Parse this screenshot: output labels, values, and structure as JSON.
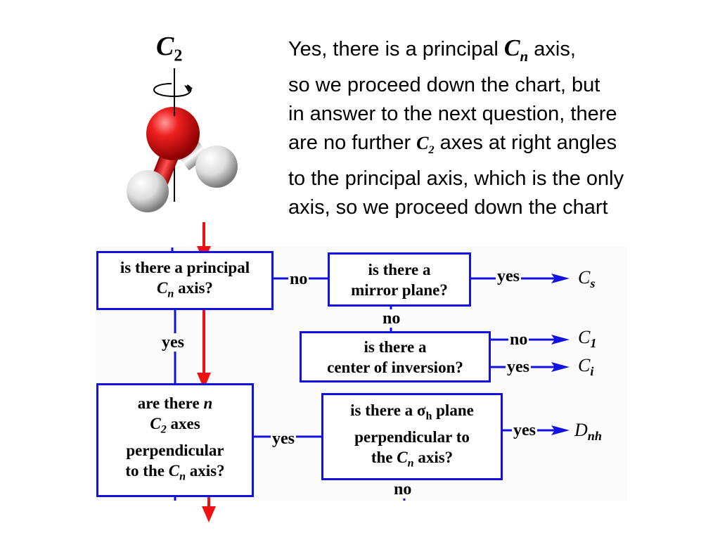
{
  "molecule_label": {
    "symbol": "C",
    "subscript": "2"
  },
  "explanation": {
    "line1_pre": "Yes, there is a principal ",
    "line1_sym": "C",
    "line1_sub": "n",
    "line1_post": " axis,",
    "line2": "so we proceed down the chart, but",
    "line3": "in answer to the next question, there",
    "line4_pre": "are no further ",
    "line4_sym": "C",
    "line4_sub": "2",
    "line4_post": " axes at right angles",
    "line5": "to the principal axis, which is the only",
    "line6": "axis, so we proceed down the chart"
  },
  "flowchart": {
    "q_principal": {
      "line1": "is there a principal",
      "sym": "C",
      "sub": "n",
      "post": " axis?"
    },
    "q_mirror": {
      "line1": "is there a",
      "line2": "mirror plane?"
    },
    "q_inversion": {
      "line1": "is there a",
      "line2": "center of inversion?"
    },
    "q_n_c2": {
      "line1_pre": "are there ",
      "line1_n": "n",
      "line2_sym": "C",
      "line2_sub": "2",
      "line2_post": " axes",
      "line3": "perpendicular",
      "line4_pre": "to the ",
      "line4_sym": "C",
      "line4_sub": "n",
      "line4_post": " axis?"
    },
    "q_sigma_h": {
      "line1_pre": "is there a σ",
      "line1_sub": "h",
      "line1_post": " plane",
      "line2": "perpendicular to",
      "line3_pre": "the ",
      "line3_sym": "C",
      "line3_sub": "n",
      "line3_post": " axis?"
    },
    "labels": {
      "no1": "no",
      "yes1": "yes",
      "no2": "no",
      "no3": "no",
      "yes2": "yes",
      "yes3": "yes",
      "yes4": "yes",
      "yes5": "yes",
      "no4": "no"
    },
    "results": {
      "cs": {
        "sym": "C",
        "sub": "s"
      },
      "c1": {
        "sym": "C",
        "sub": "1"
      },
      "ci": {
        "sym": "C",
        "sub": "i"
      },
      "dnh": {
        "sym": "D",
        "sub": "nh"
      }
    }
  },
  "colors": {
    "box_border": "#1212e0",
    "connector": "#1212e0",
    "red_arrow": "#ee1111",
    "oxygen": "#e01818",
    "hydrogen": "#f2f2f2"
  }
}
